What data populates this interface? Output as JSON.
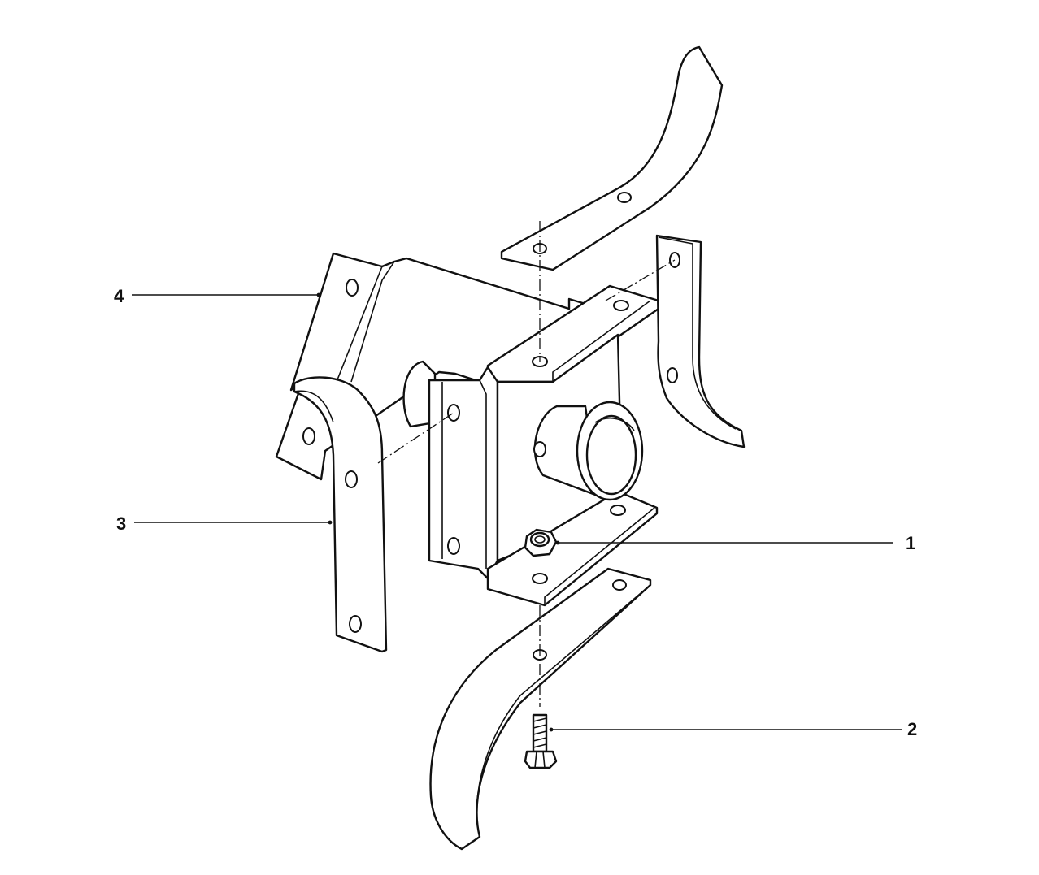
{
  "callouts": [
    {
      "label": "1"
    },
    {
      "label": "2"
    },
    {
      "label": "3"
    },
    {
      "label": "4"
    }
  ],
  "colors": {
    "line": "#111111",
    "background": "#ffffff"
  }
}
